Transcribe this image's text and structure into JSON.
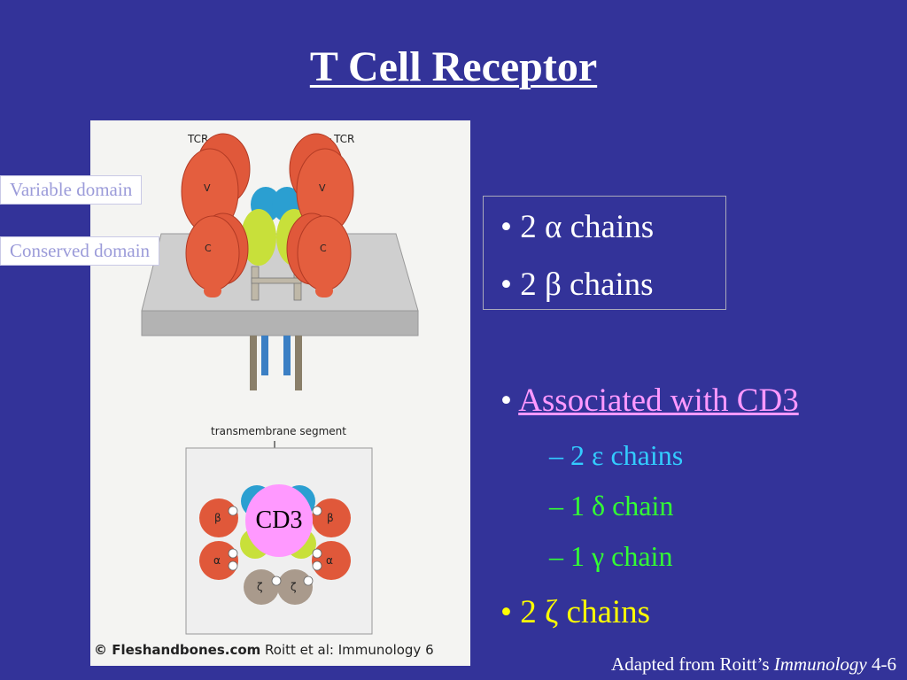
{
  "title": "T Cell Receptor",
  "figure": {
    "tcr_label_left": "TCR",
    "tcr_label_right": "TCR",
    "v_left": "V",
    "v_right": "V",
    "c_left": "C",
    "c_right": "C",
    "transmembrane_label": "transmembrane segment",
    "cross_section": {
      "beta_left": "β",
      "beta_right": "β",
      "alpha_left": "α",
      "alpha_right": "α",
      "zeta_left": "ζ",
      "zeta_right": "ζ"
    },
    "credit_brand": "© Fleshandbones.com",
    "credit_text": " Roitt et al: Immunology 6"
  },
  "labels": {
    "variable_domain": "Variable domain",
    "conserved_domain": "Conserved domain",
    "cd3": "CD3"
  },
  "bullets": {
    "b1": "2 α chains",
    "b2": "2 β chains",
    "assoc": "Associated with CD3",
    "sub1": "2 ε chains",
    "sub2": "1 δ chain",
    "sub3": "1 γ chain",
    "zeta": "2 ζ chains",
    "bullet_char": "•",
    "dash_char": "–"
  },
  "footer": {
    "prefix": "Adapted from Roitt’s ",
    "book": "Immunology",
    "suffix": " 4-6"
  },
  "colors": {
    "background": "#333399",
    "variable_label_text": "#9b9bd9",
    "cd3_fill": "#ff99ff",
    "assoc_text": "#ff99ff",
    "epsilon_text": "#33ccff",
    "delta_gamma_text": "#33ff33",
    "zeta_text": "#ffff00"
  }
}
